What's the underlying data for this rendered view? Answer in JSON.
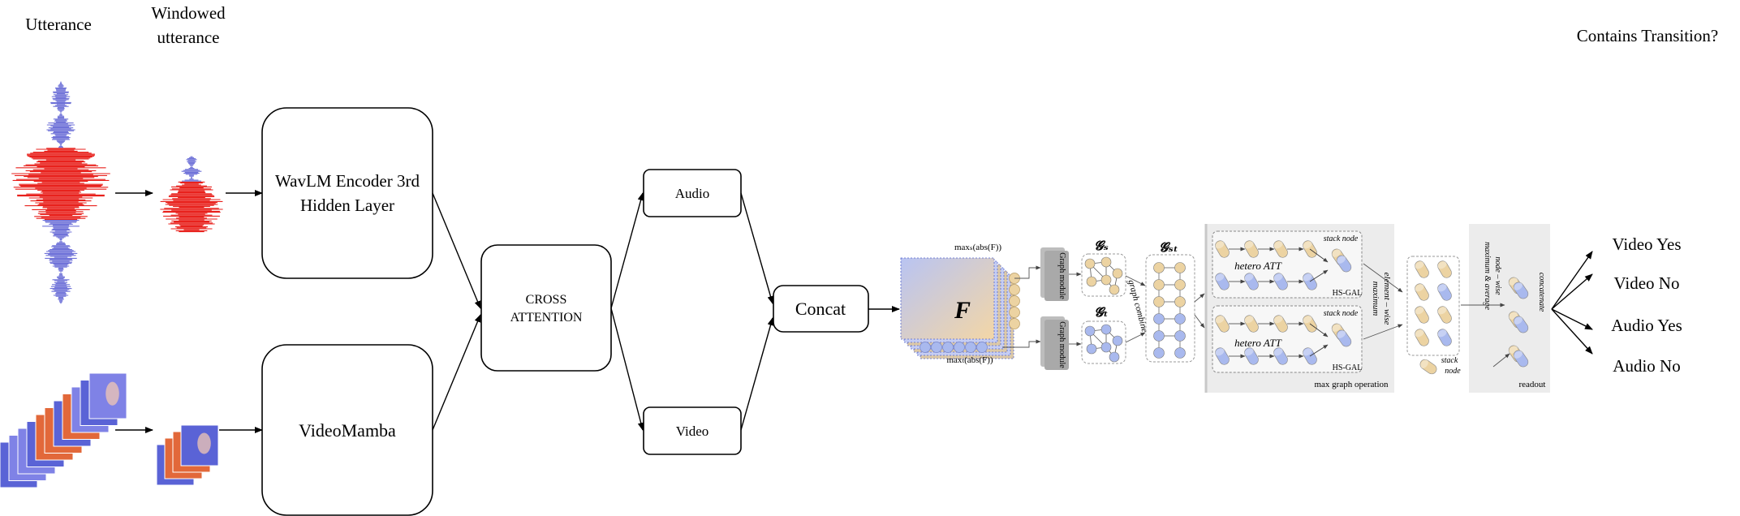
{
  "labels": {
    "utterance": "Utterance",
    "windowed_1": "Windowed",
    "windowed_2": "utterance",
    "contains_transition": "Contains Transition?"
  },
  "boxes": {
    "wavlm_1": "WavLM Encoder 3rd",
    "wavlm_2": "Hidden Layer",
    "videomamba": "VideoMamba",
    "cross_1": "CROSS",
    "cross_2": "ATTENTION",
    "audio": "Audio",
    "video": "Video",
    "concat": "Concat"
  },
  "graph": {
    "max_top": "maxₛ(abs(F))",
    "max_bottom": "maxₜ(abs(F))",
    "f_symbol": "F",
    "graph_module": "Graph module",
    "gs": "𝓖ₛ",
    "gt": "𝓖ₜ",
    "gst": "𝓖ₛₜ",
    "graph_combine": "graph combine",
    "stack_node": "stack node",
    "hetero_att": "hetero ATT",
    "hs_gal": "HS-GAL",
    "element_wise": "element – wise",
    "maximum": "maximum",
    "max_graph_operation": "max graph operation",
    "node_wise": "node – wise",
    "maximum_average": "maximum & average",
    "concatenate": "concatenate",
    "readout": "readout"
  },
  "outputs": [
    "Video Yes",
    "Video No",
    "Audio Yes",
    "Audio No"
  ],
  "colors": {
    "audio_red": "#e8211c",
    "audio_blue": "#6f72d8",
    "node_tan": "#ecd3a2",
    "node_blue": "#a9b9ee",
    "panel_gray": "#ececec"
  }
}
